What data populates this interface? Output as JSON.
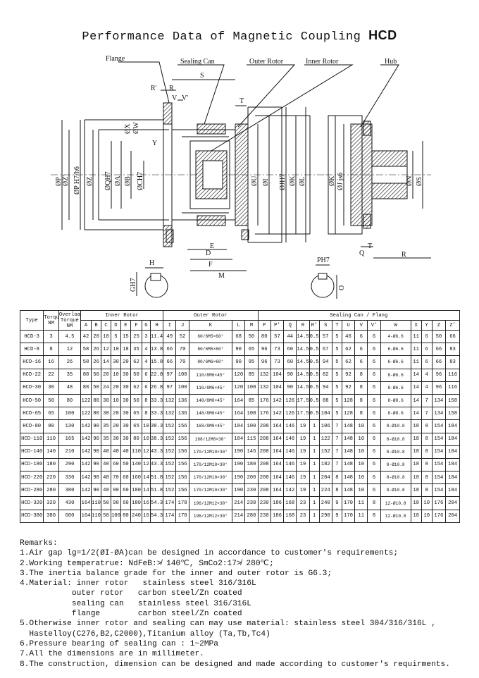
{
  "title": {
    "prefix": "Performance Data of Magnetic Coupling ",
    "model": "HCD"
  },
  "callouts": {
    "flange": "Flange",
    "sealing_can": "Sealing Can",
    "outer_rotor": "Outer Rotor",
    "inner_rotor": "Inner Rotor",
    "hub": "Hub"
  },
  "dims": {
    "S": "S",
    "R_prime": "R'",
    "R": "R",
    "V": "V",
    "V_prime": "V'",
    "T": "T",
    "X": "ØX",
    "W": "ØW",
    "Y": "Y",
    "P": "ØP",
    "Z_prime": "ØZ'",
    "P_fit": "ØP H7/h6",
    "Z": "ØZ",
    "Q": "ØQH7",
    "A": "ØA",
    "B": "ØB",
    "C": "ØCH7",
    "U": "ØU",
    "I": "ØI",
    "J": "ØJH7",
    "K": "ØK",
    "L": "ØL",
    "D": "D",
    "E": "E",
    "F": "F",
    "M": "M",
    "K2": "ØK",
    "J2": "ØJ js6",
    "N": "ØN",
    "S2": "ØS",
    "Q2": "Q",
    "T2": "T",
    "R2": "R",
    "H": "H",
    "G": "GH7",
    "P2": "PH7",
    "O": "O"
  },
  "table": {
    "headers": {
      "type": "Type",
      "torque": "Torque NM",
      "overload": "Overload Torque NM",
      "inner_rotor": "Inner Rotor",
      "outer_rotor": "Outer Rotor",
      "sealing": "Sealing Can / Flang"
    },
    "columns": [
      "A",
      "B",
      "C",
      "D",
      "E",
      "F",
      "G",
      "H",
      "I",
      "J",
      "K",
      "L",
      "M",
      "P",
      "P'",
      "Q",
      "R",
      "R'",
      "S",
      "T",
      "U",
      "V",
      "V'",
      "W",
      "X",
      "Y",
      "Z",
      "Z'"
    ],
    "rows": [
      [
        "HCD-3",
        "3",
        "4.5",
        "42",
        "20",
        "10",
        "5",
        "15",
        "25",
        "3",
        "11.4",
        "49",
        "52",
        "60/6M5×60°",
        "68",
        "50",
        "80",
        "57",
        "44",
        "14.5",
        "0.5",
        "57",
        "5",
        "46",
        "6",
        "6",
        "4-Ø6.6",
        "11",
        "6",
        "50",
        "66"
      ],
      [
        "HCD-8",
        "8",
        "12",
        "58",
        "26",
        "12",
        "10",
        "18",
        "35",
        "4",
        "13.8",
        "66",
        "70",
        "80/6M5×60°",
        "90",
        "65",
        "96",
        "73",
        "60",
        "14.5",
        "0.5",
        "67",
        "5",
        "62",
        "6",
        "6",
        "6-Ø6.6",
        "11",
        "6",
        "66",
        "83"
      ],
      [
        "HCD-16",
        "16",
        "26",
        "58",
        "26",
        "14",
        "30",
        "20",
        "62",
        "4",
        "15.8",
        "66",
        "70",
        "80/6M6×60°",
        "90",
        "95",
        "96",
        "73",
        "60",
        "14.5",
        "0.5",
        "94",
        "5",
        "62",
        "6",
        "6",
        "6-Ø6.6",
        "11",
        "6",
        "66",
        "83"
      ],
      [
        "HCD-22",
        "22",
        "35",
        "88",
        "50",
        "20",
        "10",
        "30",
        "50",
        "6",
        "22.8",
        "97",
        "100",
        "110/8M6×45°",
        "120",
        "85",
        "132",
        "104",
        "90",
        "14.5",
        "0.5",
        "82",
        "5",
        "92",
        "8",
        "6",
        "8-Ø6.6",
        "14",
        "4",
        "96",
        "116"
      ],
      [
        "HCD-30",
        "30",
        "48",
        "88",
        "50",
        "24",
        "20",
        "30",
        "62",
        "6",
        "26.8",
        "97",
        "100",
        "110/8M6×45°",
        "120",
        "100",
        "132",
        "104",
        "90",
        "14.5",
        "0.5",
        "94",
        "5",
        "92",
        "8",
        "6",
        "8-Ø6.6",
        "14",
        "4",
        "96",
        "116"
      ],
      [
        "HCD-50",
        "50",
        "80",
        "122",
        "80",
        "30",
        "10",
        "30",
        "50",
        "8",
        "33.3",
        "132",
        "136",
        "148/8M8×45°",
        "164",
        "85",
        "176",
        "142",
        "126",
        "17.5",
        "0.5",
        "88",
        "5",
        "128",
        "8",
        "6",
        "8-Ø8.6",
        "14",
        "7",
        "134",
        "158"
      ],
      [
        "HCD-65",
        "65",
        "100",
        "122",
        "80",
        "30",
        "20",
        "30",
        "65",
        "8",
        "33.3",
        "132",
        "136",
        "148/8M8×45°",
        "164",
        "100",
        "176",
        "142",
        "126",
        "17.5",
        "0.5",
        "104",
        "5",
        "128",
        "8",
        "6",
        "8-Ø8.6",
        "14",
        "7",
        "134",
        "158"
      ],
      [
        "HCD-80",
        "80",
        "130",
        "142",
        "90",
        "35",
        "20",
        "30",
        "65",
        "10",
        "38.3",
        "152",
        "156",
        "168/8M8×45°",
        "184",
        "100",
        "208",
        "164",
        "146",
        "19",
        "1",
        "106",
        "7",
        "148",
        "10",
        "6",
        "8-Ø10.8",
        "18",
        "8",
        "154",
        "184"
      ],
      [
        "HCD-110",
        "110",
        "165",
        "142",
        "90",
        "35",
        "30",
        "30",
        "80",
        "10",
        "38.3",
        "152",
        "156",
        "168/12M8×30°",
        "184",
        "115",
        "208",
        "164",
        "146",
        "19",
        "1",
        "122",
        "7",
        "148",
        "10",
        "6",
        "8-Ø10.8",
        "18",
        "8",
        "154",
        "184"
      ],
      [
        "HCD-140",
        "140",
        "210",
        "142",
        "90",
        "40",
        "40",
        "40",
        "110",
        "12",
        "43.3",
        "152",
        "156",
        "170/12M10×30°",
        "190",
        "145",
        "208",
        "164",
        "146",
        "19",
        "1",
        "152",
        "7",
        "148",
        "10",
        "6",
        "8-Ø10.8",
        "18",
        "8",
        "154",
        "184"
      ],
      [
        "HCD-180",
        "180",
        "290",
        "142",
        "90",
        "40",
        "60",
        "50",
        "140",
        "12",
        "43.3",
        "152",
        "156",
        "170/12M10×30°",
        "190",
        "180",
        "208",
        "164",
        "146",
        "19",
        "1",
        "182",
        "7",
        "148",
        "10",
        "6",
        "8-Ø10.8",
        "18",
        "8",
        "154",
        "184"
      ],
      [
        "HCD-220",
        "220",
        "330",
        "142",
        "90",
        "48",
        "70",
        "60",
        "160",
        "14",
        "51.8",
        "152",
        "156",
        "170/12M10×30°",
        "190",
        "200",
        "208",
        "164",
        "146",
        "19",
        "1",
        "204",
        "8",
        "148",
        "10",
        "6",
        "8-Ø10.8",
        "18",
        "8",
        "154",
        "184"
      ],
      [
        "HCD-280",
        "280",
        "380",
        "142",
        "90",
        "48",
        "90",
        "60",
        "180",
        "14",
        "51.8",
        "152",
        "156",
        "170/12M10×30°",
        "190",
        "230",
        "208",
        "164",
        "142",
        "19",
        "1",
        "224",
        "8",
        "148",
        "10",
        "6",
        "8-Ø10.8",
        "18",
        "8",
        "154",
        "184"
      ],
      [
        "HCD-320",
        "320",
        "430",
        "164",
        "110",
        "50",
        "90",
        "60",
        "180",
        "16",
        "54.3",
        "174",
        "178",
        "196/12M12×30°",
        "214",
        "230",
        "230",
        "186",
        "168",
        "23",
        "1",
        "240",
        "9",
        "170",
        "11",
        "8",
        "12-Ø10.8",
        "18",
        "10",
        "176",
        "204"
      ],
      [
        "HCD-380",
        "380",
        "600",
        "164",
        "110",
        "50",
        "100",
        "80",
        "240",
        "16",
        "54.3",
        "174",
        "178",
        "196/12M12×30°",
        "214",
        "280",
        "230",
        "186",
        "168",
        "23",
        "1",
        "290",
        "9",
        "170",
        "11",
        "8",
        "12-Ø10.8",
        "18",
        "10",
        "176",
        "204"
      ]
    ]
  },
  "remarks": [
    "Remarks:",
    "1.Air gap lg=1/2(ØI-ØA)can be designed in accordance to customer's requirements;",
    "2.Working temperatrue: NdFeB:≯ 140℃, SmCo2:17≯ 280℃;",
    "3.The inertia balance grade for the inner and outer rotor is G6.3;",
    "4.Material: inner rotor   stainless steel 316/316L",
    "           outer rotor   carbon steel/Zn coated",
    "           sealing can   stainless steel 316/316L",
    "           flange        carbon steel/Zn coated",
    "5.Otherwise inner rotor and sealing can may use material: stainless steel 304/316/316L ,",
    "  Hastelloy(C276,B2,C2000),Titanium alloy (Ta,Tb,Tc4)",
    "6.Pressure bearing of sealing can : 1~2MPa",
    "7.All the dimensions are in millimeter.",
    "8.The construction, dimension can be designed and made according to customer's requirments."
  ]
}
